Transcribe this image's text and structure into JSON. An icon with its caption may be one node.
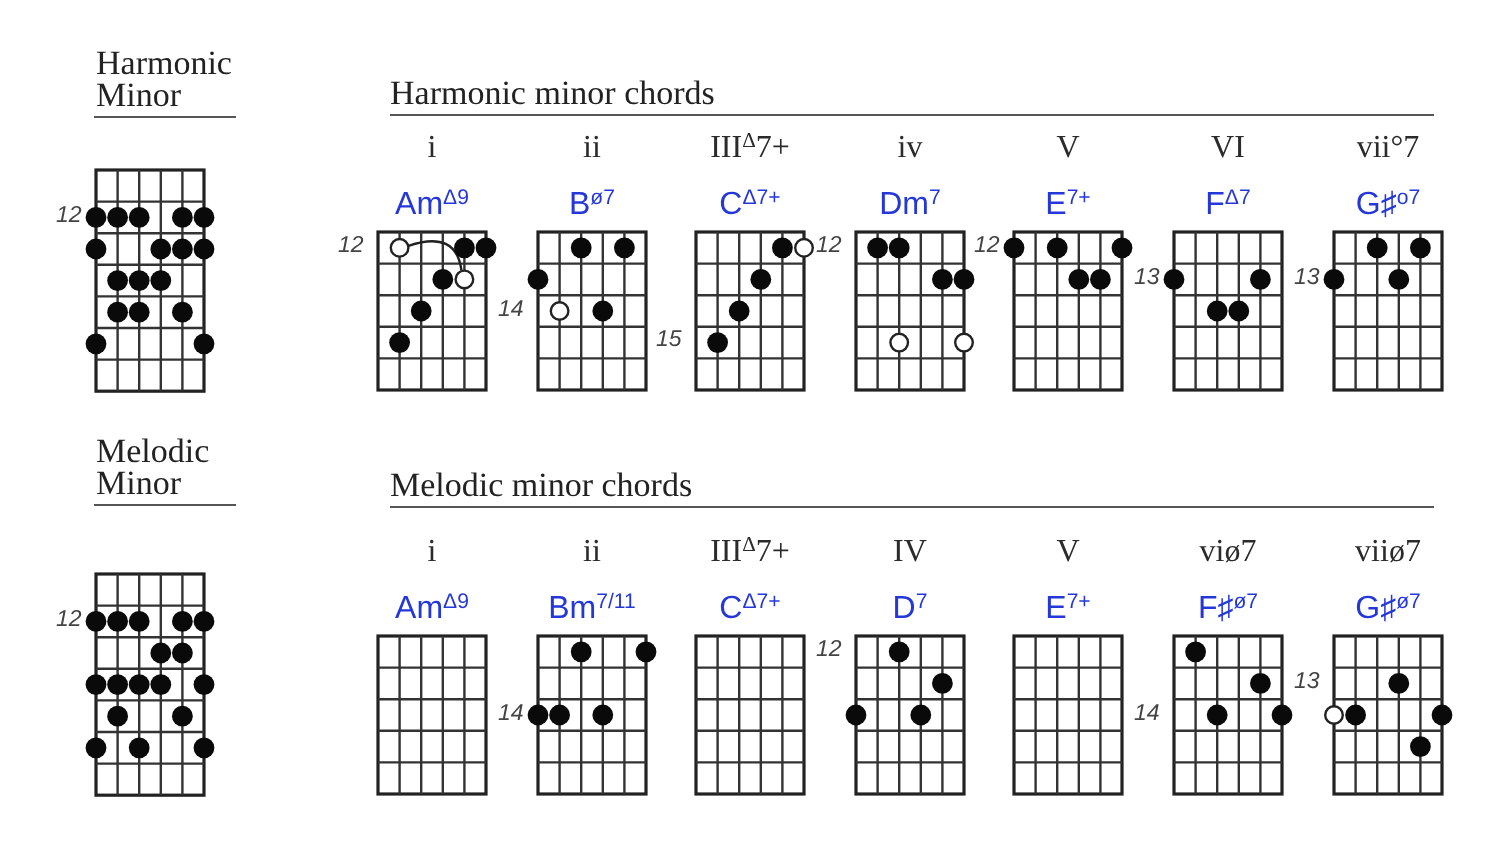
{
  "diagram": {
    "nodes": [
      {
        "text": [
          "Harmonic Minor"
        ],
        "beside": [
          "12"
        ]
      },
      {
        "text": [
          "i",
          "Am$^{Δ9}$"
        ],
        "beside": [
          "12"
        ]
      },
      {
        "text": [
          "ii",
          "B$^{ø7}$"
        ],
        "beside": [
          "14"
        ]
      },
      {
        "text": [
          "III$^{Δ}$7+",
          "C$^{Δ7+}$"
        ],
        "beside": [
          "15"
        ]
      },
      {
        "text": [
          "iv",
          "Dm$^{7}$"
        ],
        "beside": [
          "12"
        ]
      },
      {
        "text": [
          "V",
          "E$^{7+}$"
        ],
        "beside": [
          "12"
        ]
      },
      {
        "text": [
          "VI",
          "F$^{Δ7}$"
        ],
        "beside": [
          "13"
        ]
      },
      {
        "text": [
          "vii°7",
          "G♯$^{o7}$"
        ],
        "beside": [
          "13"
        ]
      },
      {
        "text": [
          "Melodic Minor"
        ],
        "beside": [
          "12"
        ]
      },
      {
        "text": [
          "i",
          "Am$^{Δ9}$"
        ]
      },
      {
        "text": [
          "ii",
          "Bm$^{7/11}$"
        ],
        "beside": [
          "14"
        ]
      },
      {
        "text": [
          "III$^{Δ}$7+",
          "C$^{Δ7+}$"
        ]
      },
      {
        "text": [
          "IV",
          "D$^{7}$"
        ],
        "beside": [
          "12"
        ]
      },
      {
        "text": [
          "V",
          "E$^{7+}$"
        ]
      },
      {
        "text": [
          "viø7",
          "F♯$^{ø7}$"
        ],
        "beside": [
          "14"
        ]
      },
      {
        "text": [
          "viiø7",
          "G♯$^{ø7}$"
        ],
        "beside": [
          "13"
        ]
      }
    ],
    "labels": [
      "Harmonic minor chords",
      "Melodic minor chords"
    ]
  }
}
